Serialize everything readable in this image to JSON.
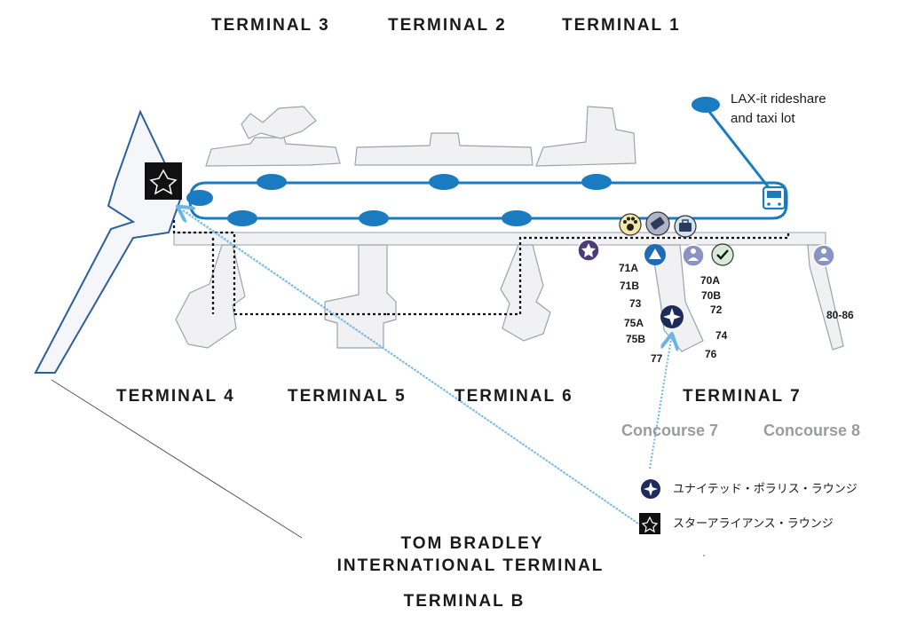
{
  "terminals": {
    "t3": "TERMINAL 3",
    "t2": "TERMINAL 2",
    "t1": "TERMINAL 1",
    "t4": "TERMINAL 4",
    "t5": "TERMINAL 5",
    "t6": "TERMINAL 6",
    "t7": "TERMINAL 7",
    "tbit_line1": "TOM BRADLEY",
    "tbit_line2": "INTERNATIONAL TERMINAL",
    "tb": "TERMINAL B"
  },
  "concourses": {
    "c7": "Concourse 7",
    "c8": "Concourse 8"
  },
  "rideshare": {
    "line1": "LAX-it rideshare",
    "line2": "and taxi lot"
  },
  "gates": {
    "g71a": "71A",
    "g71b": "71B",
    "g73": "73",
    "g75a": "75A",
    "g75b": "75B",
    "g77": "77",
    "g70a": "70A",
    "g70b": "70B",
    "g72": "72",
    "g74": "74",
    "g76": "76",
    "g8086": "80-86"
  },
  "legend": {
    "polaris": "ユナイテッド・ポラリス・ラウンジ",
    "star": "スターアライアンス・ラウンジ"
  },
  "icons": {
    "polaris": "polaris-lounge-icon",
    "star_alliance": "star-alliance-icon",
    "shuttle_bus": "shuttle-bus-icon",
    "pet_relief": "paw-icon",
    "ticket": "ticket-icon",
    "baggage": "baggage-icon",
    "admirals": "star-lounge-icon",
    "tsa": "triangle-icon",
    "nursing": "nursing-room-icon",
    "precheck": "checkmark-icon"
  },
  "colors": {
    "route": "#1a7bc0",
    "stop": "#1a7bc0",
    "outline": "#2c5f9e",
    "building": "#f1f1f3",
    "building_stroke": "#9aa3ad",
    "arrow": "#6ab4e6",
    "polaris": "#1d2a5a",
    "purple": "#4b3b78",
    "tsa": "#1f6cb5"
  }
}
